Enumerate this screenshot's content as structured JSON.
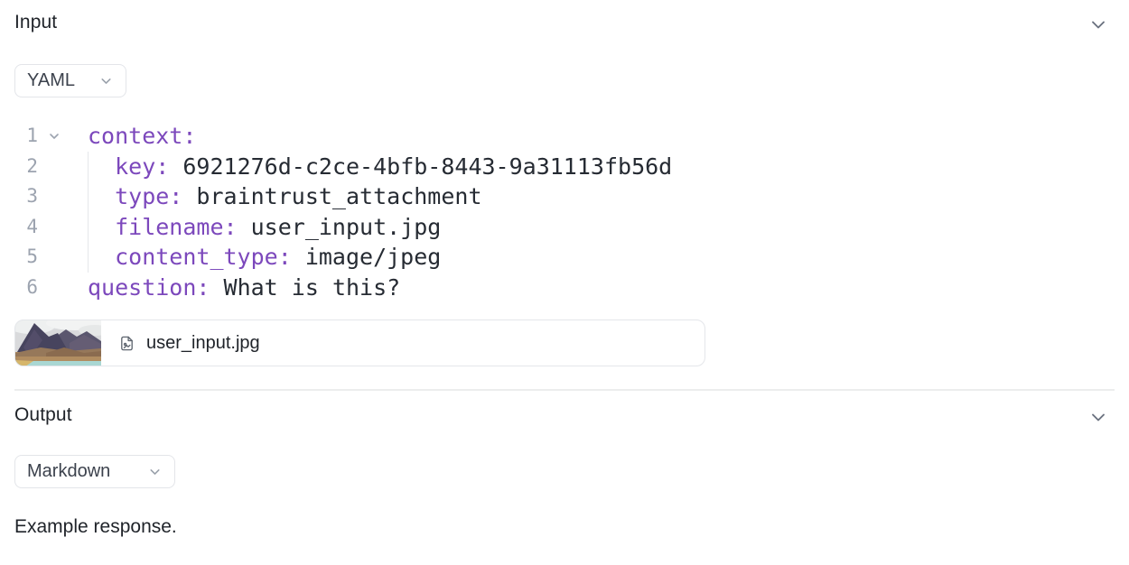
{
  "colors": {
    "yaml_key": "#7c48bc",
    "code_value": "#262b33",
    "line_number": "#9ca3af",
    "border": "#e4e6ea",
    "heading": "#1f2329",
    "icon_gray": "#6b7280"
  },
  "input_section": {
    "title": "Input",
    "collapse_icon": "chevron-down-icon",
    "format_selector": {
      "label": "YAML",
      "icon": "chevron-down-icon"
    },
    "code": {
      "language": "YAML",
      "lines": [
        {
          "number": "1",
          "key": "context:",
          "value": "",
          "indent": 0,
          "foldable": true
        },
        {
          "number": "2",
          "key": "key:",
          "value": "6921276d-c2ce-4bfb-8443-9a31113fb56d",
          "indent": 1,
          "foldable": false
        },
        {
          "number": "3",
          "key": "type:",
          "value": "braintrust_attachment",
          "indent": 1,
          "foldable": false
        },
        {
          "number": "4",
          "key": "filename:",
          "value": "user_input.jpg",
          "indent": 1,
          "foldable": false
        },
        {
          "number": "5",
          "key": "content_type:",
          "value": "image/jpeg",
          "indent": 1,
          "foldable": false
        },
        {
          "number": "6",
          "key": "question:",
          "value": "What is this?",
          "indent": 0,
          "foldable": false
        }
      ]
    },
    "attachment": {
      "filename": "user_input.jpg",
      "thumbnail_description": "mountain-landscape-photo",
      "file_icon": "image-file-icon"
    }
  },
  "output_section": {
    "title": "Output",
    "collapse_icon": "chevron-down-icon",
    "format_selector": {
      "label": "Markdown",
      "icon": "chevron-down-icon"
    },
    "response_text": "Example response."
  }
}
